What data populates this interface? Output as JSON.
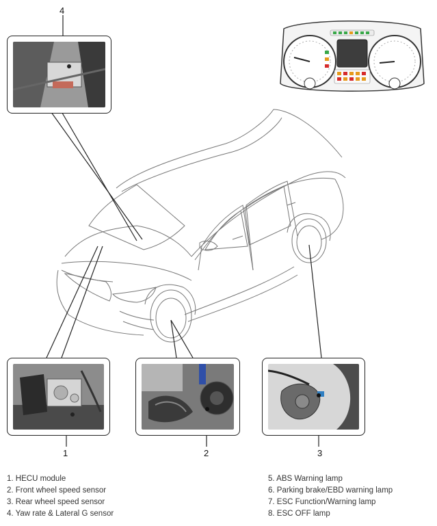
{
  "callouts": {
    "c1": "1",
    "c2": "2",
    "c3": "3",
    "c4": "4"
  },
  "legend_left": [
    "1. HECU module",
    "2. Front wheel speed sensor",
    "3. Rear wheel speed sensor",
    "4. Yaw rate & Lateral G sensor"
  ],
  "legend_right": [
    "5. ABS Warning lamp",
    "6. Parking brake/EBD warning lamp",
    "7. ESC Function/Warning lamp",
    "8. ESC OFF lamp"
  ],
  "colors": {
    "line": "#222222",
    "car_outline": "#777777",
    "photo_dark": "#2b2b2b",
    "photo_mid": "#8a8a8a",
    "lamp_red": "#d62b2b",
    "lamp_amber": "#e69a1c",
    "lamp_green": "#39a849"
  }
}
